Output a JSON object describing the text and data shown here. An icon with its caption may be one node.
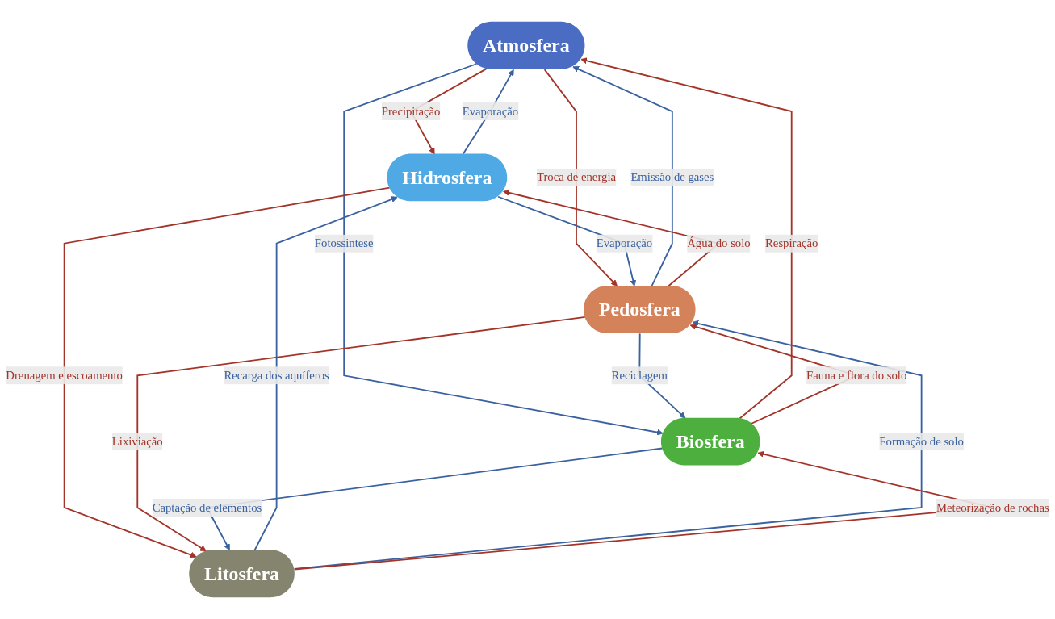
{
  "diagram": {
    "nodes": [
      {
        "text": [
          "Atmosfera"
        ]
      },
      {
        "text": [
          "Hidrosfera"
        ]
      },
      {
        "text": [
          "Pedosfera"
        ]
      },
      {
        "text": [
          "Biosfera"
        ]
      },
      {
        "text": [
          "Litosfera"
        ]
      }
    ],
    "edges": [
      {
        "from": 1,
        "to": 0,
        "arrow": "to",
        "label": "Evaporação",
        "color": "#3a62a0"
      },
      {
        "from": 0,
        "to": 1,
        "arrow": "to",
        "label": "Precipitação",
        "color": "#a3342a"
      },
      {
        "from": 0,
        "to": 2,
        "arrow": "to",
        "label": "Troca de energia",
        "color": "#a3342a"
      },
      {
        "from": 2,
        "to": 0,
        "arrow": "to",
        "label": "Emissão de gases",
        "color": "#3a62a0"
      },
      {
        "from": 0,
        "to": 3,
        "arrow": "to",
        "label": "Fotossintese",
        "color": "#3a62a0"
      },
      {
        "from": 3,
        "to": 0,
        "arrow": "to",
        "label": "Respiração",
        "color": "#a3342a"
      },
      {
        "from": 1,
        "to": 2,
        "arrow": "to",
        "label": "Evaporação",
        "color": "#3a62a0"
      },
      {
        "from": 2,
        "to": 1,
        "arrow": "to",
        "label": "Água do solo",
        "color": "#a3342a"
      },
      {
        "from": 2,
        "to": 3,
        "arrow": "to",
        "label": "Reciclagem",
        "color": "#3a62a0"
      },
      {
        "from": 3,
        "to": 2,
        "arrow": "to",
        "label": "Fauna e flora do solo",
        "color": "#a3342a"
      },
      {
        "from": 1,
        "to": 4,
        "arrow": "to",
        "label": "Drenagem e escoamento",
        "color": "#a3342a"
      },
      {
        "from": 4,
        "to": 1,
        "arrow": "to",
        "label": "Recarga dos aquíferos",
        "color": "#3a62a0"
      },
      {
        "from": 2,
        "to": 4,
        "arrow": "to",
        "label": "Lixiviação",
        "color": "#a3342a"
      },
      {
        "from": 4,
        "to": 2,
        "arrow": "to",
        "label": "Formação de solo",
        "color": "#3a62a0"
      },
      {
        "from": 4,
        "to": 3,
        "arrow": "to",
        "label": "Meteorização de rochas",
        "color": "#a3342a"
      },
      {
        "from": 3,
        "to": 4,
        "arrow": "to",
        "label": "Captação de elementos",
        "color": "#3a62a0"
      }
    ]
  }
}
